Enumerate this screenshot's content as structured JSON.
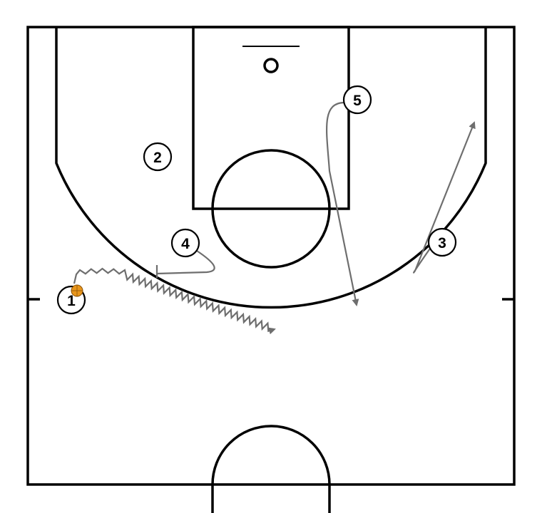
{
  "players": [
    {
      "id": "p1",
      "label": "1",
      "has_ball": true
    },
    {
      "id": "p2",
      "label": "2"
    },
    {
      "id": "p3",
      "label": "3"
    },
    {
      "id": "p4",
      "label": "4"
    },
    {
      "id": "p5",
      "label": "5"
    }
  ],
  "actions": [
    {
      "player": "1",
      "type": "dribble"
    },
    {
      "player": "4",
      "type": "screen"
    },
    {
      "player": "5",
      "type": "cut"
    },
    {
      "player": "3",
      "type": "cut"
    }
  ],
  "colors": {
    "court_lines": "#000000",
    "movement": "#6e6e6e",
    "ball": "#e8961c",
    "background": "#ffffff"
  }
}
